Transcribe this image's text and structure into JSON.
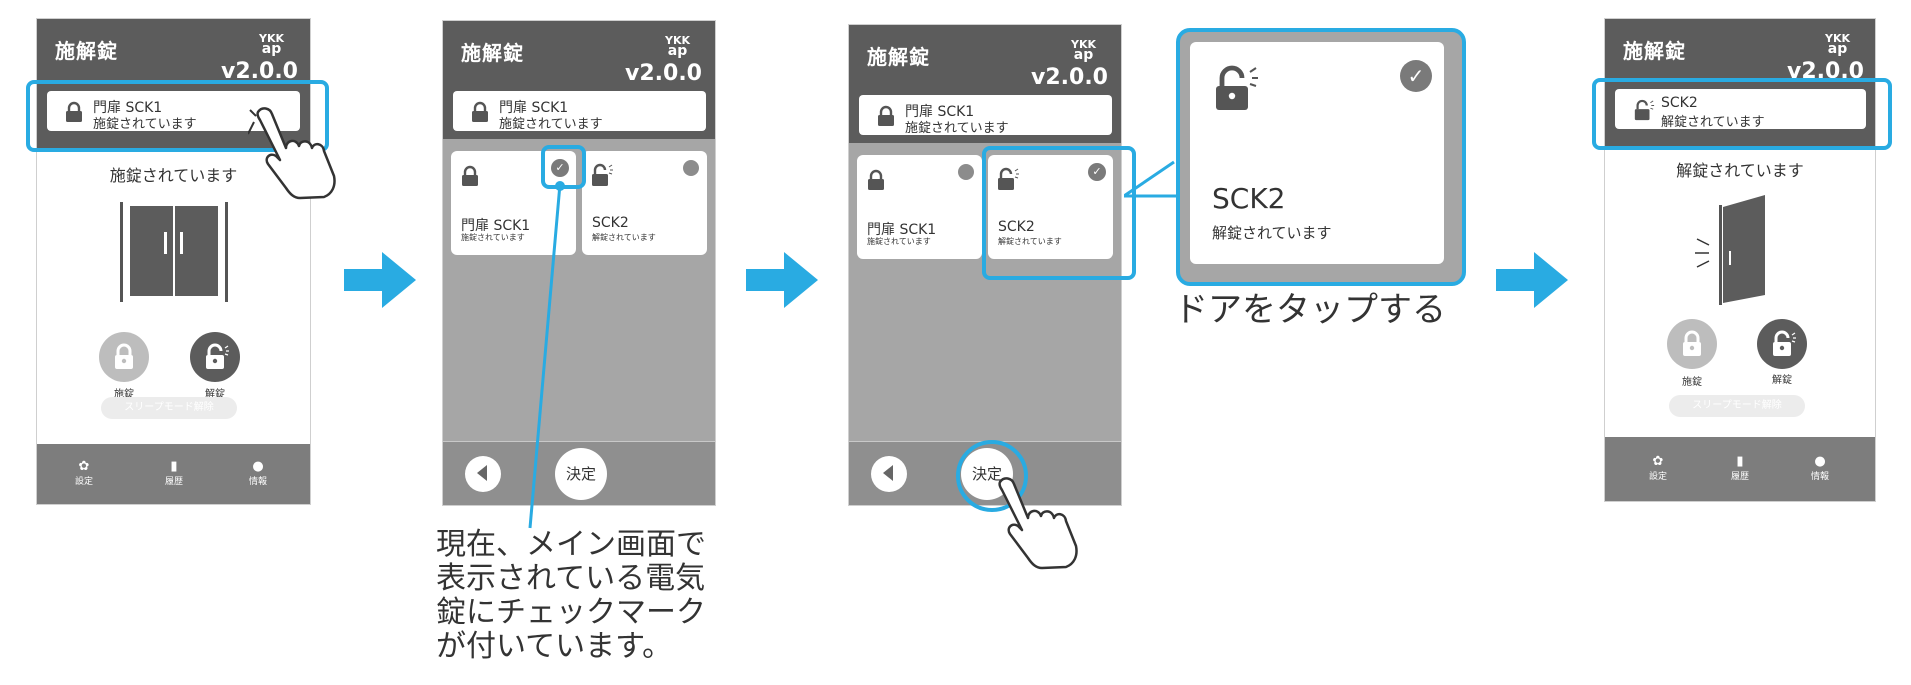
{
  "app": {
    "title": "施解錠",
    "logo_top": "YKK",
    "logo_bottom": "ap",
    "version": "v2.0.0"
  },
  "screen1": {
    "lock_name": "門扉 SCK1",
    "lock_state": "施錠されています",
    "main_status": "施錠されています",
    "lock_button_label": "施錠",
    "unlock_button_label": "解錠",
    "sleep_button_label": "スリープモード解除"
  },
  "nav": {
    "settings": "設定",
    "history": "履歴",
    "info": "情報"
  },
  "screen2": {
    "lock_name": "門扉 SCK1",
    "lock_state": "施錠されています",
    "card1_name": "門扉 SCK1",
    "card1_state": "施錠されています",
    "card2_name": "SCK2",
    "card2_state": "解錠されています",
    "confirm_label": "決定"
  },
  "screen3": {
    "lock_name": "門扉 SCK1",
    "lock_state": "施錠されています",
    "card1_name": "門扉 SCK1",
    "card1_state": "施錠されています",
    "card2_name": "SCK2",
    "card2_state": "解錠されています",
    "confirm_label": "決定",
    "zoom_name": "SCK2",
    "zoom_state": "解錠されています"
  },
  "screen4": {
    "lock_name": "SCK2",
    "lock_state": "解錠されています",
    "main_status": "解錠されています",
    "lock_button_label": "施錠",
    "unlock_button_label": "解錠",
    "sleep_button_label": "スリープモード解除"
  },
  "annotations": {
    "tap_door": "ドアをタップする",
    "check_note_line1": "現在、メイン画面で",
    "check_note_line2": "表示されている電気",
    "check_note_line3": "錠にチェックマーク",
    "check_note_line4": "が付いています。"
  },
  "colors": {
    "highlight": "#29abe2",
    "header": "#5c5c5c",
    "arrow": "#29abe2"
  }
}
